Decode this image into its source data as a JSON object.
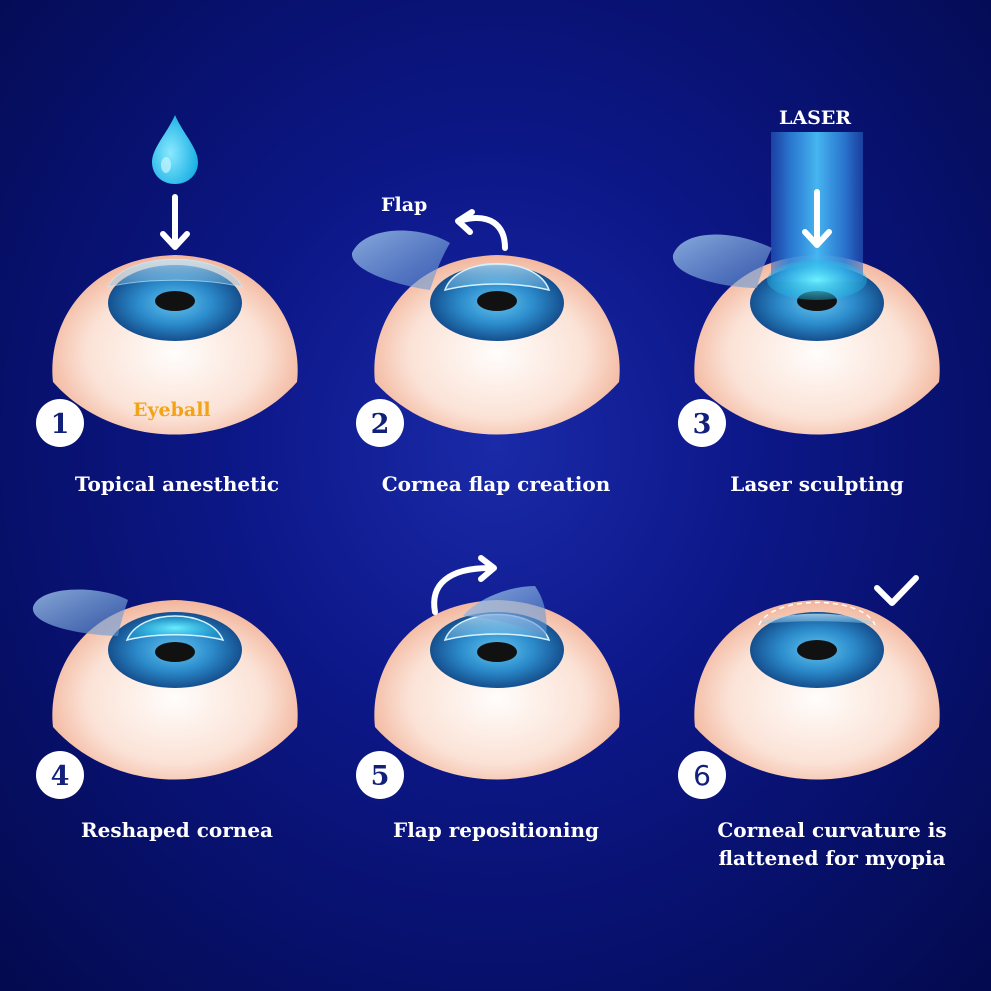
{
  "steps": [
    {
      "number": "1",
      "caption": "Topical anesthetic"
    },
    {
      "number": "2",
      "caption": "Cornea flap creation"
    },
    {
      "number": "3",
      "caption": "Laser sculpting"
    },
    {
      "number": "4",
      "caption": "Reshaped cornea"
    },
    {
      "number": "5",
      "caption": "Flap repositioning"
    },
    {
      "number": "6",
      "caption_line1": "Corneal curvature is",
      "caption_line2": "flattened for myopia"
    }
  ],
  "labels": {
    "eyeball": "Eyeball",
    "flap": "Flap",
    "laser": "LASER"
  },
  "colors": {
    "background": "#0d188a",
    "eyeball_label": "#f3a317",
    "iris": "#1d72b8",
    "badge_number": "#12207a",
    "text": "#ffffff"
  }
}
